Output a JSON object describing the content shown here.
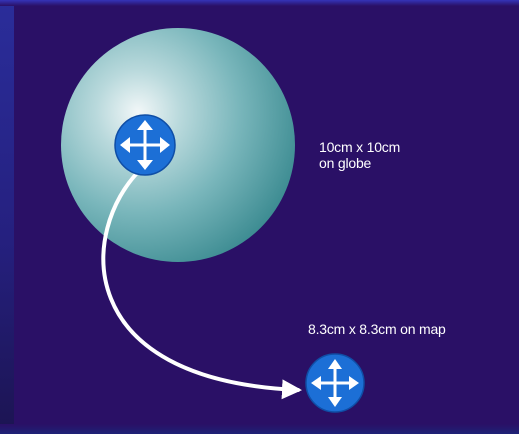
{
  "globe_label": {
    "line1": "10cm x 10cm",
    "line2": "on globe"
  },
  "map_label": "8.3cm x 8.3cm on map",
  "colors": {
    "background": "#2a1066",
    "globe_highlight": "#e6eef0",
    "globe_shadow": "#3d8c92",
    "marker_fill": "#1c6fd6",
    "arrow": "#ffffff"
  },
  "icons": {
    "globe_marker": "four-way-arrow-icon",
    "map_marker": "four-way-arrow-icon"
  }
}
